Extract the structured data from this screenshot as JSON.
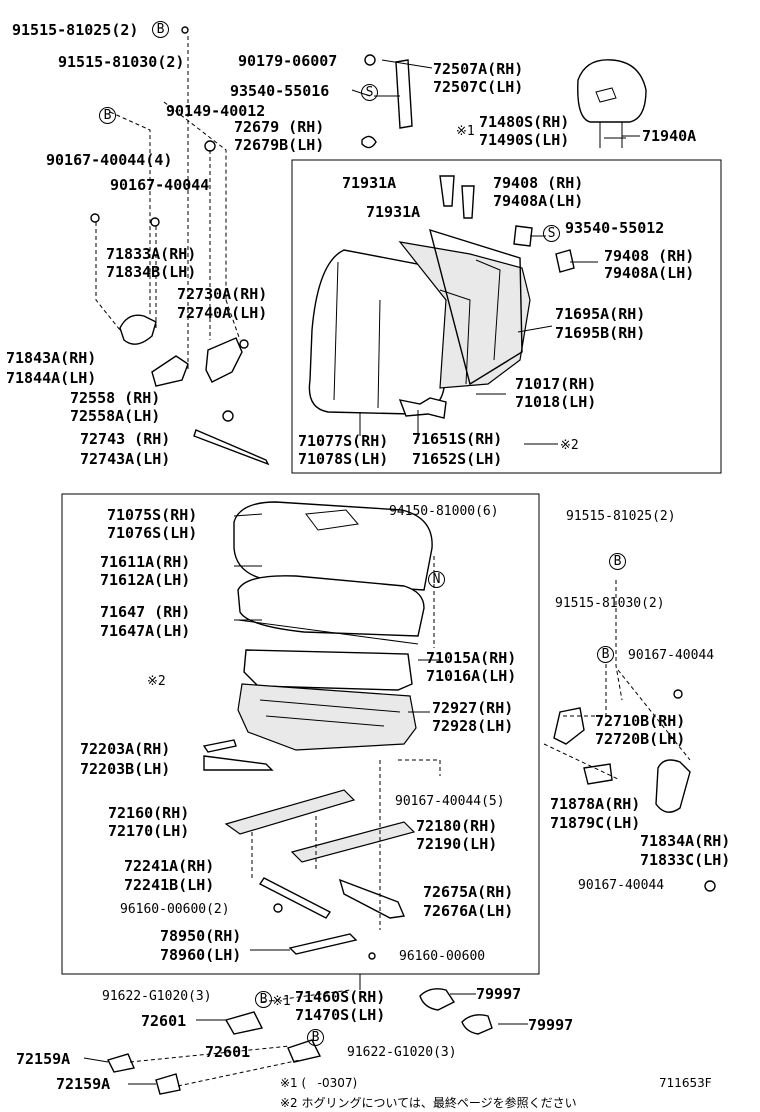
{
  "labels": {
    "p01": "91515-81025(2)",
    "p02": "91515-81030(2)",
    "p03": "90179-06007",
    "p04": "93540-55016",
    "p05a": "72507A(RH)",
    "p05b": "72507C(LH)",
    "p06": "90149-40012",
    "p07a": "72679 (RH)",
    "p07b": "72679B(LH)",
    "p08a": "71480S(RH)",
    "p08b": "71490S(LH)",
    "p09": "71940A",
    "p10": "90167-40044(4)",
    "p11": "90167-40044",
    "p12a": "71931A",
    "p12b": "71931A",
    "p13a": "79408 (RH)",
    "p13b": "79408A(LH)",
    "p14": "93540-55012",
    "p15a": "79408 (RH)",
    "p15b": "79408A(LH)",
    "p16a": "71833A(RH)",
    "p16b": "71834B(LH)",
    "p17a": "72730A(RH)",
    "p17b": "72740A(LH)",
    "p18a": "71695A(RH)",
    "p18b": "71695B(RH)",
    "p19a": "71843A(RH)",
    "p19b": "71844A(LH)",
    "p20a": "72558 (RH)",
    "p20b": "72558A(LH)",
    "p21a": "71017(RH)",
    "p21b": "71018(LH)",
    "p22a": "72743 (RH)",
    "p22b": "72743A(LH)",
    "p23a": "71077S(RH)",
    "p23b": "71078S(LH)",
    "p24a": "71651S(RH)",
    "p24b": "71652S(LH)",
    "p25a": "71075S(RH)",
    "p25b": "71076S(LH)",
    "p26": "94150-81000(6)",
    "p27": "91515-81025(2)",
    "p28a": "71611A(RH)",
    "p28b": "71612A(LH)",
    "p29a": "71647 (RH)",
    "p29b": "71647A(LH)",
    "p30": "91515-81030(2)",
    "p31": "90167-40044",
    "p32a": "71015A(RH)",
    "p32b": "71016A(LH)",
    "p33a": "72927(RH)",
    "p33b": "72928(LH)",
    "p34a": "72710B(RH)",
    "p34b": "72720B(LH)",
    "p35a": "72203A(RH)",
    "p35b": "72203B(LH)",
    "p36": "90167-40044(5)",
    "p37a": "71878A(RH)",
    "p37b": "71879C(LH)",
    "p38a": "72160(RH)",
    "p38b": "72170(LH)",
    "p39a": "72180(RH)",
    "p39b": "72190(LH)",
    "p40a": "71834A(RH)",
    "p40b": "71833C(LH)",
    "p41a": "72241A(RH)",
    "p41b": "72241B(LH)",
    "p42": "90167-40044",
    "p43a": "72675A(RH)",
    "p43b": "72676A(LH)",
    "p44": "96160-00600(2)",
    "p45a": "78950(RH)",
    "p45b": "78960(LH)",
    "p46": "96160-00600",
    "p47": "91622-G1020(3)",
    "p48a": "71460S(RH)",
    "p48b": "71470S(LH)",
    "p49": "79997",
    "p50": "72601",
    "p51": "79997",
    "p52": "72159A",
    "p53": "72601",
    "p54": "91622-G1020(3)",
    "p55": "72159A"
  },
  "marks": {
    "ref1": "※1",
    "ref2": "※2",
    "ref2b": "※2",
    "ref1b": "※1",
    "circleB": "B",
    "circleS": "S",
    "circleN": "N"
  },
  "footer": {
    "note1": "※1 (   -0307)",
    "note2": "※2 ホグリングについては、最終ページを参照ください",
    "code": "711653F"
  }
}
